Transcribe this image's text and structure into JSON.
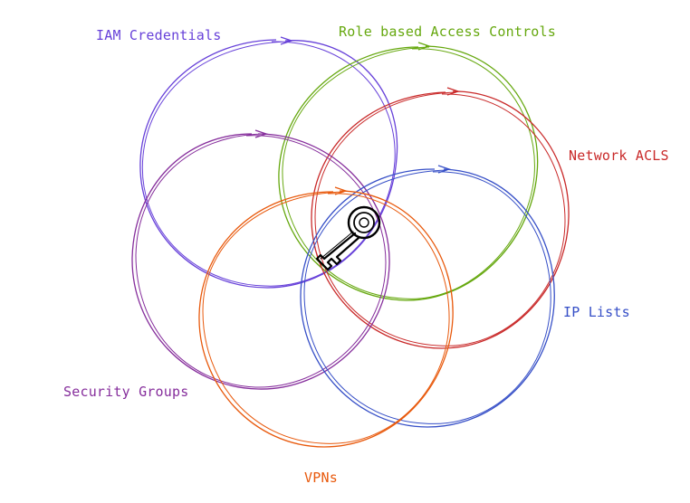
{
  "diagram": {
    "circles": [
      {
        "id": "iam",
        "label": "IAM Credentials",
        "color": "#6741d9"
      },
      {
        "id": "rbac",
        "label": "Role based Access Controls",
        "color": "#66a80f"
      },
      {
        "id": "nacl",
        "label": "Network ACLS",
        "color": "#c92a2a"
      },
      {
        "id": "sg",
        "label": "Security Groups",
        "color": "#862e9c"
      },
      {
        "id": "ip",
        "label": "IP Lists",
        "color": "#364fc7"
      },
      {
        "id": "vpn",
        "label": "VPNs",
        "color": "#e8590c"
      }
    ],
    "center_icon": "key-icon"
  }
}
